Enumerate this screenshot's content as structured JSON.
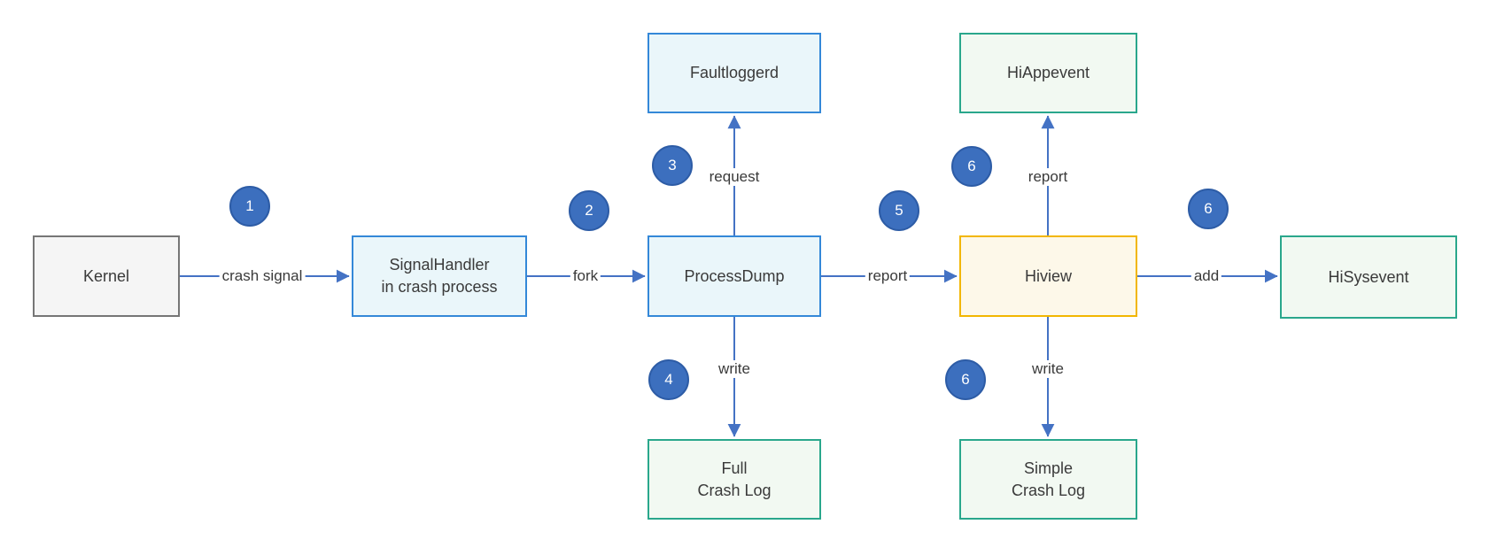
{
  "diagram": {
    "nodes": {
      "kernel": {
        "label": "Kernel"
      },
      "signal_handler": {
        "label": "SignalHandler\nin crash process"
      },
      "faultloggerd": {
        "label": "Faultloggerd"
      },
      "process_dump": {
        "label": "ProcessDump"
      },
      "full_crash_log": {
        "label": "Full\nCrash Log"
      },
      "hiappevent": {
        "label": "HiAppevent"
      },
      "hiview": {
        "label": "Hiview"
      },
      "simple_crash_log": {
        "label": "Simple\nCrash Log"
      },
      "hisysevent": {
        "label": "HiSysevent"
      }
    },
    "edges": {
      "crash_signal": {
        "label": "crash signal",
        "step": "1",
        "from": "kernel",
        "to": "signal_handler"
      },
      "fork": {
        "label": "fork",
        "step": "2",
        "from": "signal_handler",
        "to": "process_dump"
      },
      "request": {
        "label": "request",
        "step": "3",
        "from": "process_dump",
        "to": "faultloggerd"
      },
      "write_full": {
        "label": "write",
        "step": "4",
        "from": "process_dump",
        "to": "full_crash_log"
      },
      "report_hiview": {
        "label": "report",
        "step": "5",
        "from": "process_dump",
        "to": "hiview"
      },
      "report_hiappevent": {
        "label": "report",
        "step": "6",
        "from": "hiview",
        "to": "hiappevent"
      },
      "write_simple": {
        "label": "write",
        "step": "6",
        "from": "hiview",
        "to": "simple_crash_log"
      },
      "add_hisysevent": {
        "label": "add",
        "step": "6",
        "from": "hiview",
        "to": "hisysevent"
      }
    },
    "colors": {
      "blue_node_border": "#3488d8",
      "blue_node_fill": "#eaf6fa",
      "green_node_border": "#2aa78c",
      "green_node_fill": "#f2f9f2",
      "yellow_node_border": "#f2b600",
      "yellow_node_fill": "#fdf8e9",
      "gray_node_border": "#767676",
      "gray_node_fill": "#f5f5f5",
      "badge_fill": "#3c6fbe",
      "badge_border": "#2d5ca6",
      "badge_text": "#ffffff",
      "arrow": "#4472c4",
      "node_text": "#3a3a3a",
      "background": "#ffffff"
    }
  }
}
